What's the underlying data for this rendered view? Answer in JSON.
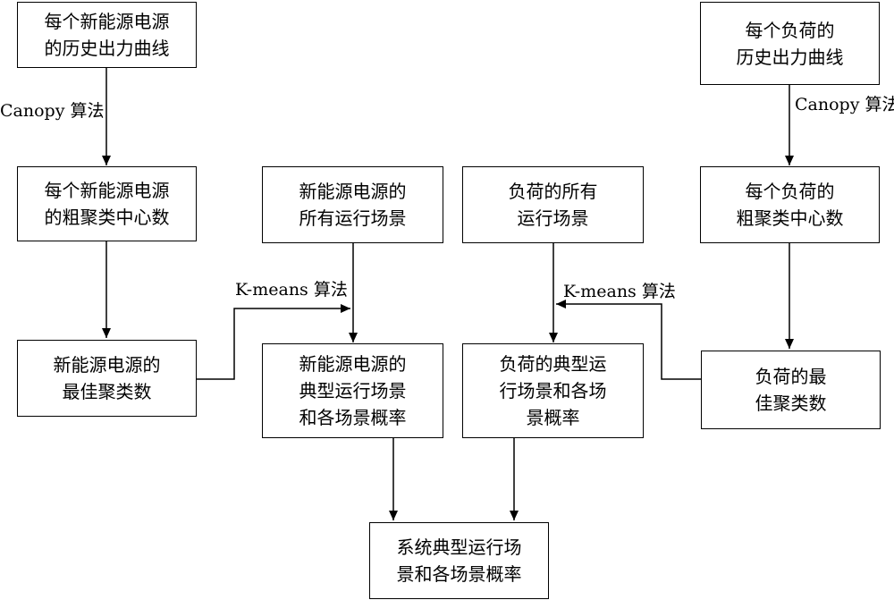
{
  "nodes": {
    "re_hist": {
      "lines": [
        "每个新能源电源",
        "的历史出力曲线"
      ]
    },
    "re_coarse": {
      "lines": [
        "每个新能源电源",
        "的粗聚类中心数"
      ]
    },
    "re_best": {
      "lines": [
        "新能源电源的",
        "最佳聚类数"
      ]
    },
    "re_all": {
      "lines": [
        "新能源电源的",
        "所有运行场景"
      ]
    },
    "re_typical": {
      "lines": [
        "新能源电源的",
        "典型运行场景",
        "和各场景概率"
      ]
    },
    "load_all": {
      "lines": [
        "负荷的所有",
        "运行场景"
      ]
    },
    "load_typical": {
      "lines": [
        "负荷的典型运",
        "行场景和各场",
        "景概率"
      ]
    },
    "load_hist": {
      "lines": [
        "每个负荷的",
        "历史出力曲线"
      ]
    },
    "load_coarse": {
      "lines": [
        "每个负荷的",
        "粗聚类中心数"
      ]
    },
    "load_best": {
      "lines": [
        "负荷的最",
        "佳聚类数"
      ]
    },
    "system": {
      "lines": [
        "系统典型运行场",
        "景和各场景概率"
      ]
    }
  },
  "edge_labels": {
    "canopy_left": "Canopy 算法",
    "canopy_right": "Canopy 算法",
    "kmeans_left": "K-means 算法",
    "kmeans_right": "K-means 算法"
  }
}
